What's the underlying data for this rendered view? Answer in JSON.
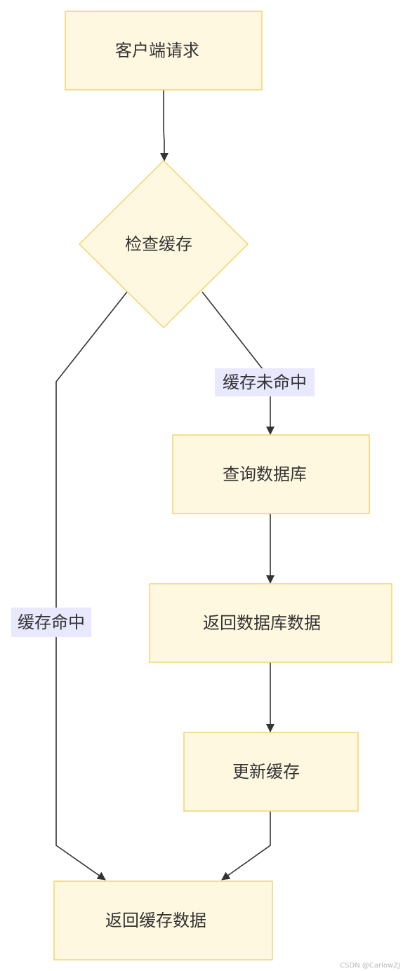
{
  "nodes": {
    "client_request": "客户端请求",
    "check_cache": "检查缓存",
    "query_db": "查询数据库",
    "return_db_data": "返回数据库数据",
    "update_cache": "更新缓存",
    "return_cache_data": "返回缓存数据"
  },
  "edges": {
    "cache_miss": "缓存未命中",
    "cache_hit": "缓存命中"
  },
  "watermark": "CSDN @CarlowZJ",
  "colors": {
    "node_fill": "#fff8e1",
    "node_stroke": "#f2d470",
    "edge_stroke": "#333333",
    "label_bg": "#e8e8ff"
  }
}
